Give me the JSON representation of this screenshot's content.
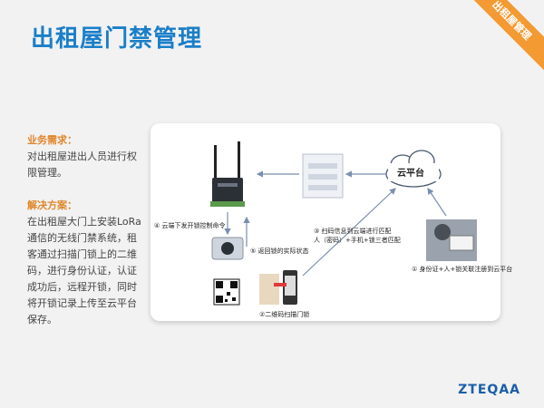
{
  "corner_tag": "出租屋管理",
  "title": "出租屋门禁管理",
  "business": {
    "heading": "业务需求：",
    "text": "对出租屋进出人员进行权限管理。"
  },
  "solution": {
    "heading": "解决方案：",
    "text": "在出租屋大门上安装LoRa通信的无线门禁系统，租客通过扫描门锁上的二维码，进行身份认证，认证成功后，远程开锁，同时将开锁记录上传至云平台保存。"
  },
  "diagram": {
    "cloud_label": "云平台",
    "step1": "① 身份证+人+锁关联注册到云平台",
    "step2": "②二维码扫描门锁",
    "step3_line1": "③ 扫码信息到云端进行匹配",
    "step3_line2": "人（密码）+手机+锁三者匹配",
    "step4": "④ 云端下发开锁控制命令",
    "step5": "⑤ 返回锁的实际状态"
  },
  "logo": "ZTEQAA"
}
